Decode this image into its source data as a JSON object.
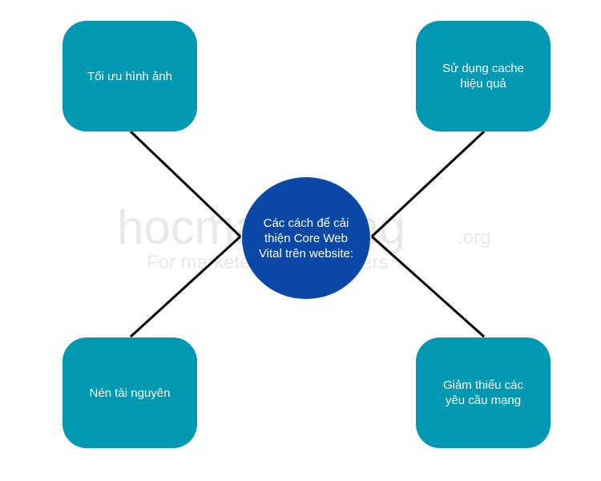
{
  "diagram": {
    "center": {
      "label": "Các cách để cải thiện Core Web Vital trên website:"
    },
    "nodes": [
      {
        "label": "Tối ưu hình ảnh"
      },
      {
        "label": "Sử dụng cache hiệu quả"
      },
      {
        "label": "Nén tài nguyên"
      },
      {
        "label": "Giảm thiểu các yêu cầu mạng"
      }
    ]
  },
  "watermark": {
    "main_text": "hocmarketing",
    "suffix_text": ".org",
    "tagline": "For marketers, by marketers"
  },
  "colors": {
    "node_fill": "#0099b3",
    "center_fill": "#0a48a8",
    "connector": "#000000",
    "background": "#ffffff",
    "watermark": "#e9e9e9"
  }
}
